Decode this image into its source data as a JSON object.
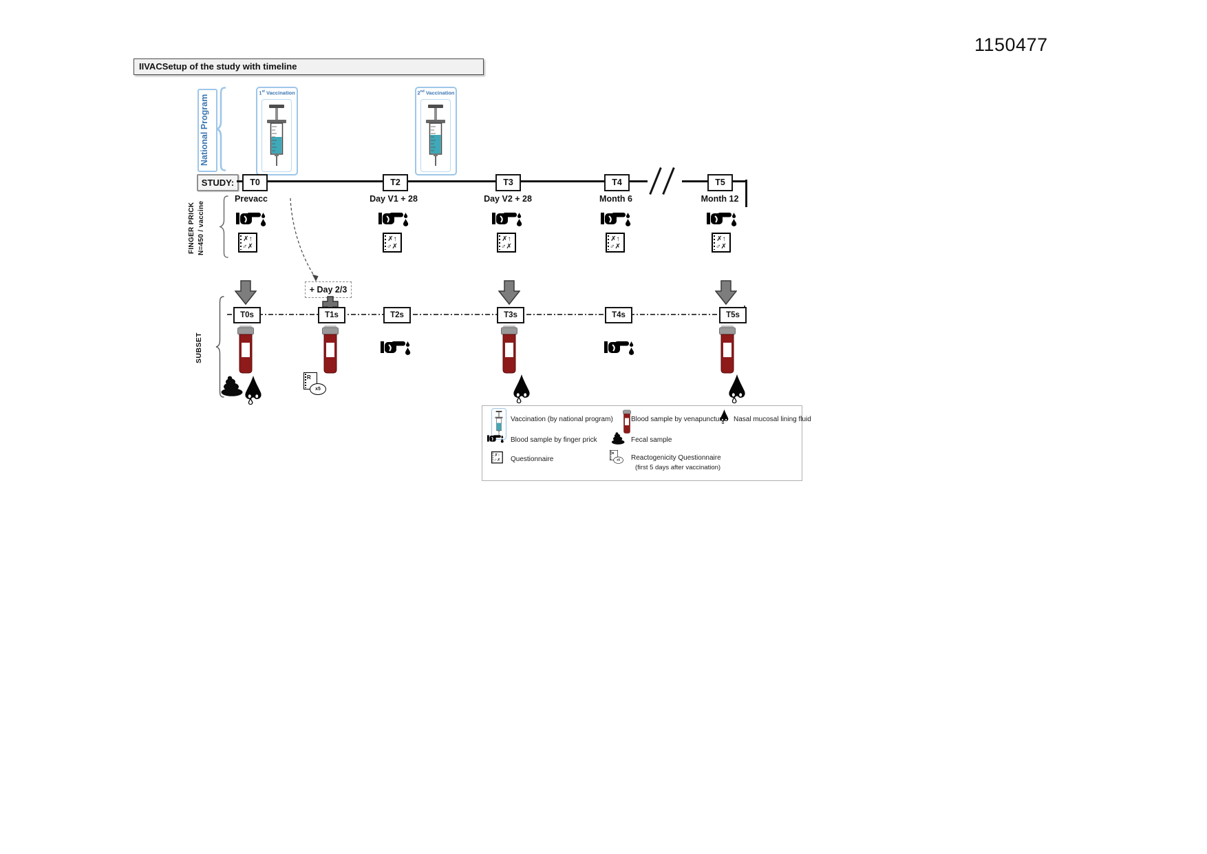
{
  "page_number": "1150477",
  "figure": {
    "title": "IIVACSetup of the study with timeline"
  },
  "national_program": {
    "label": "National Program",
    "vaccination_1": {
      "num": "1",
      "sup": "st",
      "text": " Vaccination"
    },
    "vaccination_2": {
      "num": "2",
      "sup": "nd",
      "text": " Vaccination"
    }
  },
  "study": {
    "label": "STUDY:",
    "timepoints": [
      {
        "id": "T0",
        "sublabel": "Prevacc"
      },
      {
        "id": "T2",
        "sublabel": "Day V1 + 28"
      },
      {
        "id": "T3",
        "sublabel": "Day V2 + 28"
      },
      {
        "id": "T4",
        "sublabel": "Month 6"
      },
      {
        "id": "T5",
        "sublabel": "Month 12"
      }
    ]
  },
  "finger_prick_group": {
    "line1": "FINGER PRICK",
    "line2": "N=450 / vaccine"
  },
  "subset": {
    "label": "SUBSET",
    "day_note": "+ Day 2/3",
    "timepoints": [
      {
        "id": "T0s"
      },
      {
        "id": "T1s"
      },
      {
        "id": "T2s"
      },
      {
        "id": "T3s"
      },
      {
        "id": "T4s"
      },
      {
        "id": "T5s"
      }
    ]
  },
  "icons": {
    "questionnaire_top": "✗↑",
    "questionnaire_bottom": "♂✗",
    "reactogenicity_r": "R",
    "reactogenicity_x5": "x5"
  },
  "legend": {
    "vaccination": "Vaccination (by national program)",
    "blood_venapuncture": "Blood sample by venapuncture",
    "nasal": "Nasal mucosal lining fluid",
    "blood_finger_prick": "Blood sample by finger prick",
    "fecal": "Fecal sample",
    "questionnaire": "Questionnaire",
    "reactogenicity_1": "Reactogenicity Questionnaire",
    "reactogenicity_2": "(first 5 days after vaccination)"
  },
  "colors": {
    "accent_blue": "#9ec6e8",
    "blue_text": "#3c77b3",
    "syringe_teal": "#3fa9b9",
    "tube_red": "#8e1a1a",
    "arrow_gray": "#7d7d7d"
  }
}
